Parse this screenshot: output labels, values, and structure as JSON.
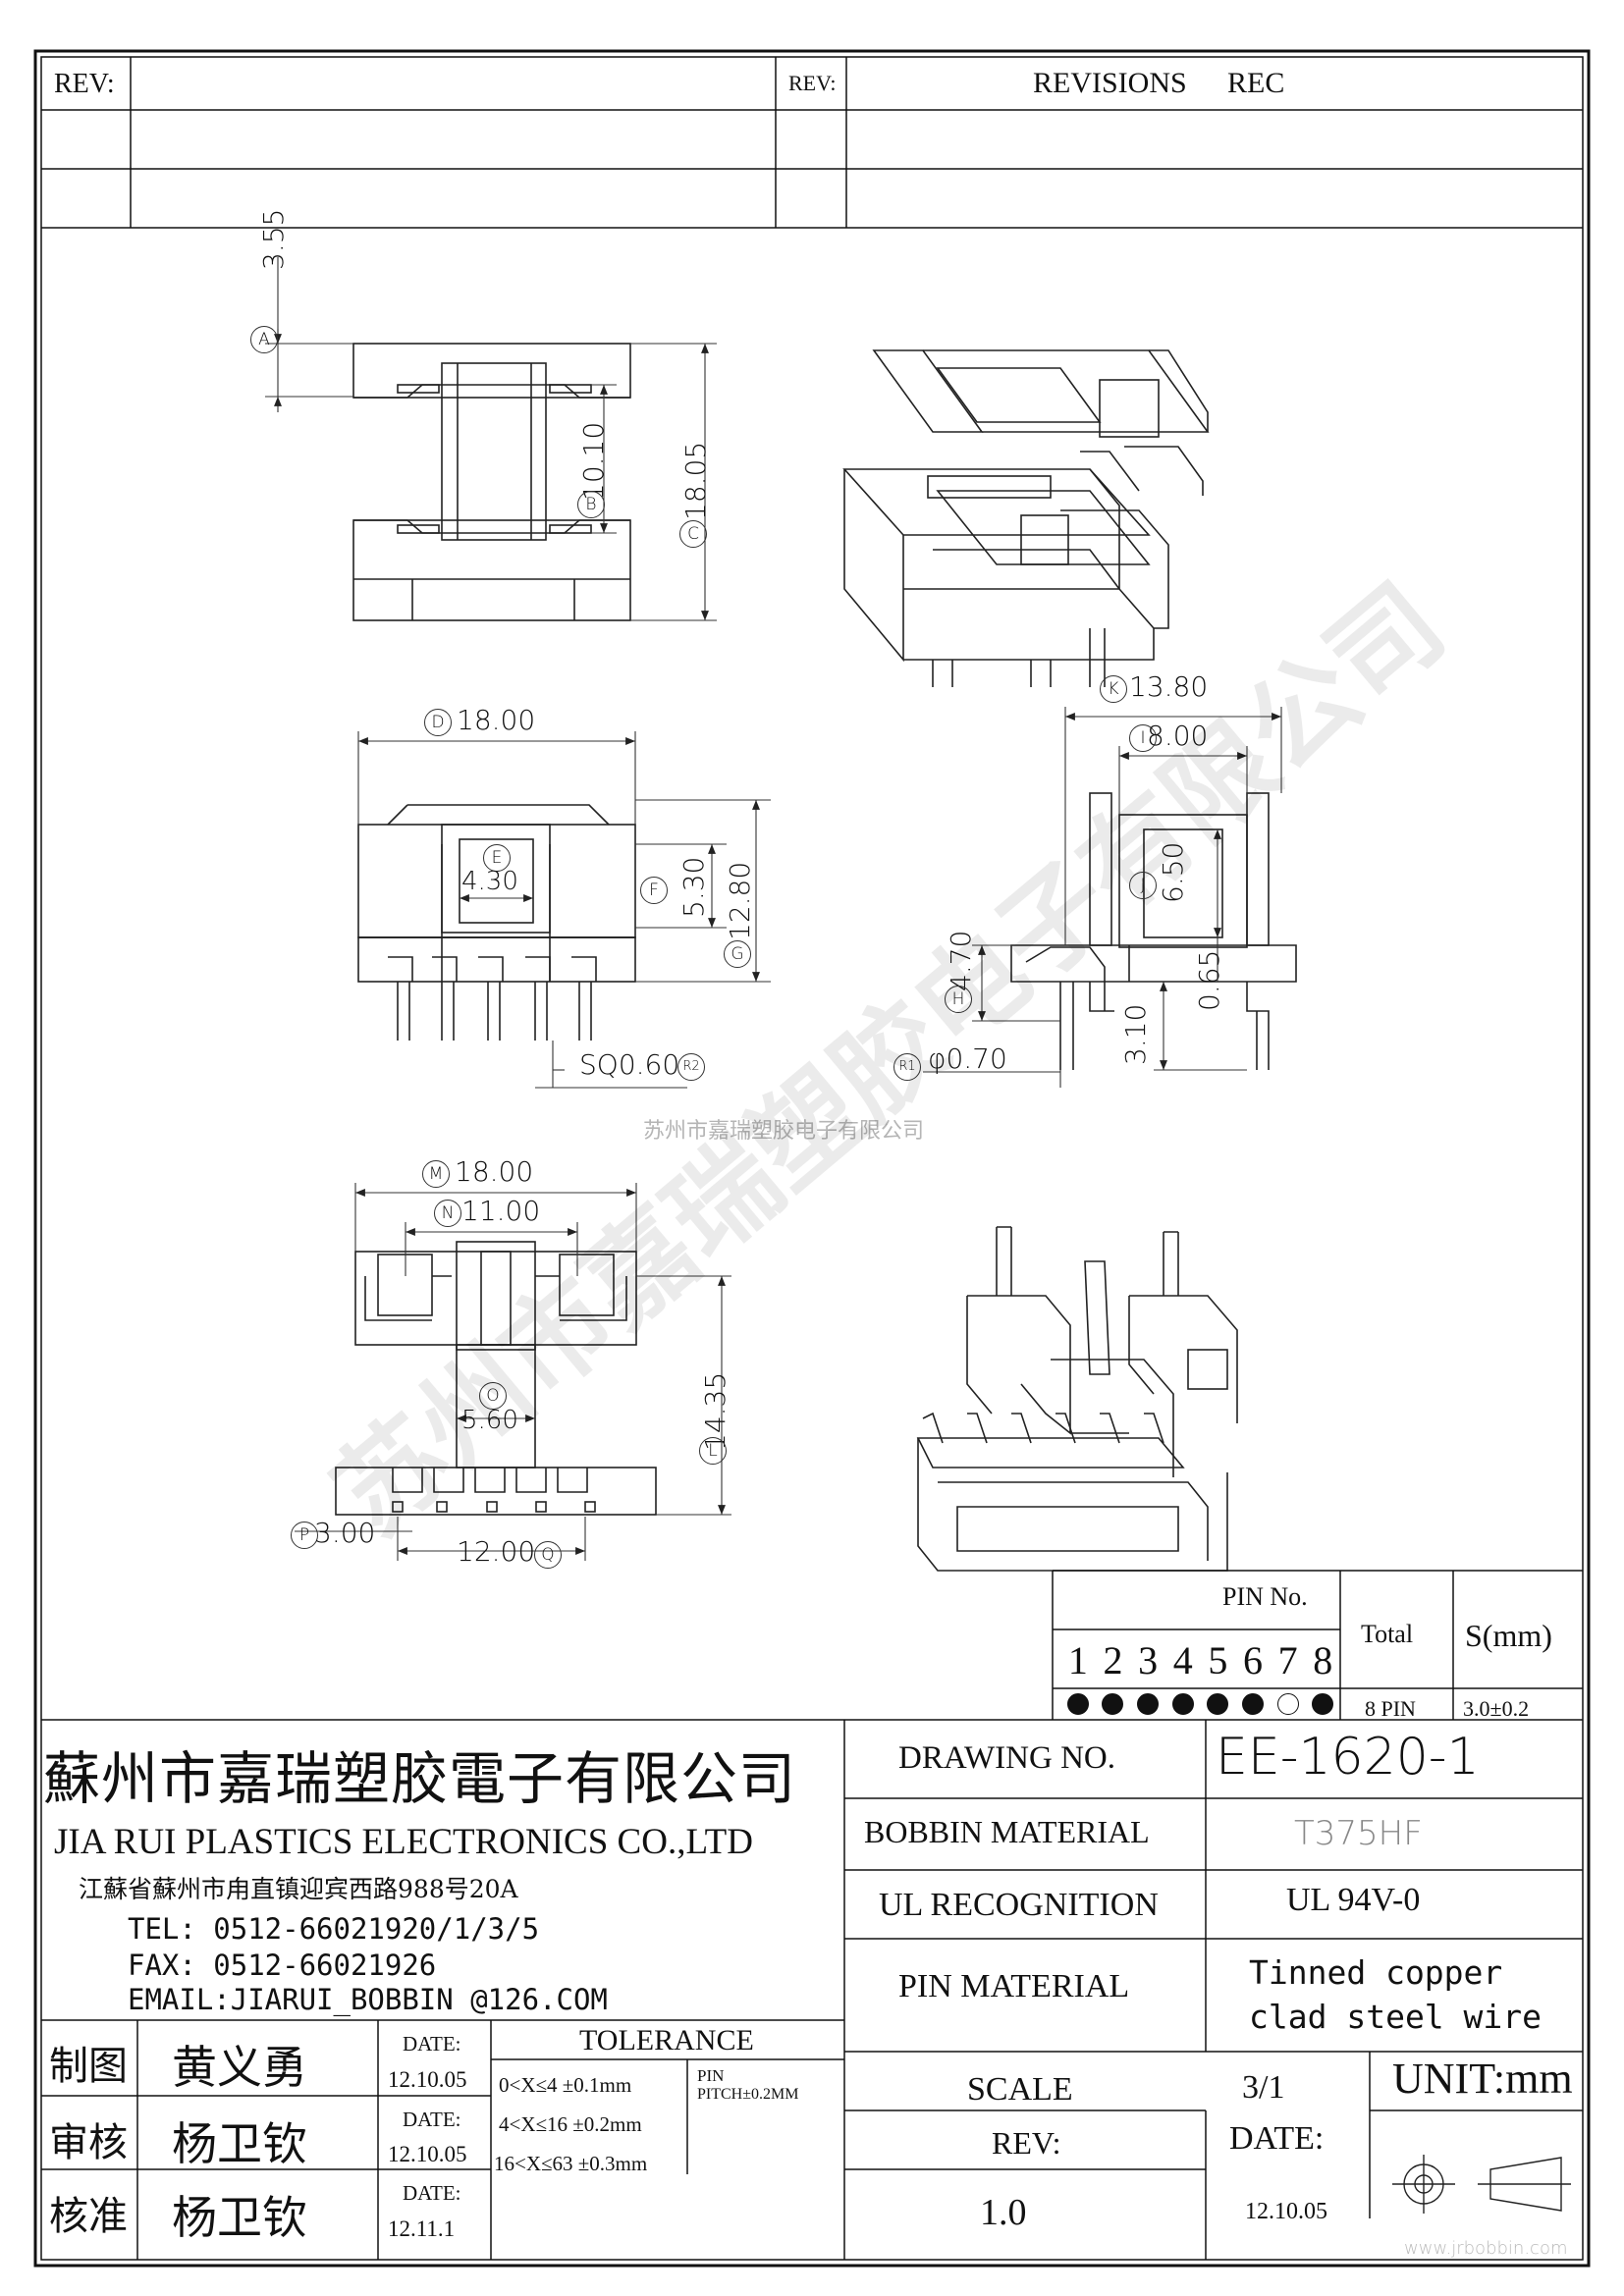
{
  "revision_block": {
    "rev_label": "REV:",
    "rev_label_2": "REV:",
    "revisions_label": "REVISIONS",
    "rec_label": "REC"
  },
  "dimensions": {
    "a": "3.55",
    "b": "10.10",
    "c": "18.05",
    "d": "18.00",
    "e": "4.30",
    "f": "5.30",
    "g": "12.80",
    "h": "4.70",
    "h2": "3.10",
    "k": "13.80",
    "i": "8.00",
    "j": "6.50",
    "j2": "0.65",
    "r1": "φ0.70",
    "r2": "SQ0.60",
    "m": "18.00",
    "n": "11.00",
    "o": "5.60",
    "l": "14.35",
    "p": "3.00",
    "q": "12.00"
  },
  "markers": {
    "a": "A",
    "b": "B",
    "c": "C",
    "d": "D",
    "e": "E",
    "f": "F",
    "g": "G",
    "h": "H",
    "i": "I",
    "j": "J",
    "k": "K",
    "m": "M",
    "n": "N",
    "o": "O",
    "l": "L",
    "p": "P",
    "q": "Q",
    "r1": "R1",
    "r2": "R2"
  },
  "watermarks": {
    "center_caption": "苏州市嘉瑞塑胶电子有限公司",
    "diagonal": "苏州市嘉瑞塑胶电子有限公司",
    "site": "www.jrbobbin.com"
  },
  "pin_table": {
    "header": "PIN No.",
    "numbers": [
      "1",
      "2",
      "3",
      "4",
      "5",
      "6",
      "7",
      "8"
    ],
    "filled": [
      true,
      true,
      true,
      true,
      true,
      true,
      false,
      true
    ],
    "total_label": "Total",
    "total_value": "8 PIN",
    "s_label": "S(mm)",
    "s_value": "3.0±0.2"
  },
  "company": {
    "name_cn": "蘇州市嘉瑞塑胶電子有限公司",
    "name_en": "JIA RUI PLASTICS ELECTRONICS CO.,LTD",
    "address": "江蘇省蘇州市甪直镇迎宾西路988号20A",
    "tel": "TEL: 0512-66021920/1/3/5",
    "fax": "FAX: 0512-66021926",
    "email": "EMAIL:JIARUI_BOBBIN @126.COM"
  },
  "spec": {
    "drawing_no_label": "DRAWING  NO.",
    "drawing_no": "EE-1620-1",
    "bobbin_material_label": "BOBBIN  MATERIAL",
    "bobbin_material": "T375HF",
    "ul_label": "UL RECOGNITION",
    "ul_value": "UL 94V-0",
    "pin_material_label": "PIN MATERIAL",
    "pin_material_line1": "Tinned copper",
    "pin_material_line2": "clad steel wire",
    "scale_label": "SCALE",
    "scale_value": "3/1",
    "unit": "UNIT:mm",
    "rev_label": "REV:",
    "rev_value": "1.0",
    "date_label": "DATE:",
    "date_value": "12.10.05"
  },
  "approvals": [
    {
      "role": "制图",
      "name": "黄义勇",
      "date_label": "DATE:",
      "date": "12.10.05"
    },
    {
      "role": "审核",
      "name": "杨卫钦",
      "date_label": "DATE:",
      "date": "12.10.05"
    },
    {
      "role": "核准",
      "name": "杨卫钦",
      "date_label": "DATE:",
      "date": "12.11.1"
    }
  ],
  "tolerance": {
    "title": "TOLERANCE",
    "rows": [
      "0<X≤4  ±0.1mm",
      "4<X≤16 ±0.2mm",
      "16<X≤63 ±0.3mm"
    ],
    "pin_label": "PIN",
    "pin_pitch": "PITCH±0.2MM"
  }
}
